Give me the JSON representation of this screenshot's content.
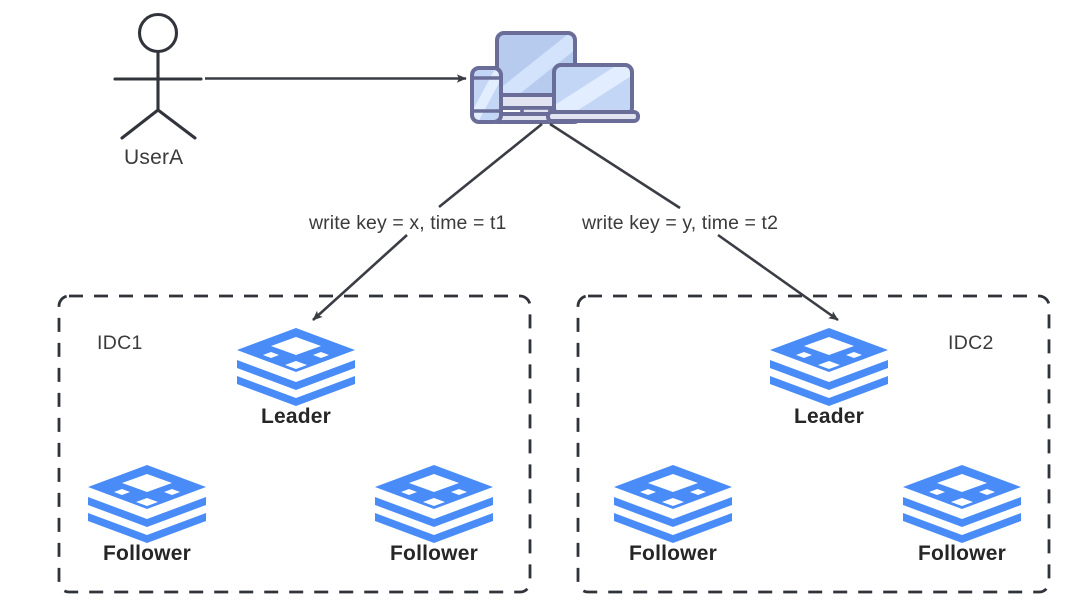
{
  "diagram": {
    "title": "Multi-IDC write routing diagram",
    "background": "#ffffff",
    "stroke_color": "#3b3d45",
    "node_color": "#4a8cf7",
    "device_outline": "#6b6d99",
    "device_fill": "#b9cdf0",
    "actor": {
      "name": "user-actor",
      "label": "UserA"
    },
    "client": {
      "name": "multi-device-icon",
      "icon": "devices-icon"
    },
    "edges": [
      {
        "name": "user-to-client",
        "label": ""
      },
      {
        "name": "client-to-idc1-leader",
        "label": "write key = x, time = t1"
      },
      {
        "name": "client-to-idc2-leader",
        "label": "write key = y, time = t2"
      }
    ],
    "zones": [
      {
        "name": "idc1-zone",
        "label": "IDC1",
        "label_side": "left",
        "nodes": [
          {
            "name": "idc1-leader",
            "label": "Leader",
            "role": "leader",
            "icon": "database-stack-icon"
          },
          {
            "name": "idc1-follower-left",
            "label": "Follower",
            "role": "follower",
            "icon": "database-stack-icon"
          },
          {
            "name": "idc1-follower-right",
            "label": "Follower",
            "role": "follower",
            "icon": "database-stack-icon"
          }
        ]
      },
      {
        "name": "idc2-zone",
        "label": "IDC2",
        "label_side": "right",
        "nodes": [
          {
            "name": "idc2-leader",
            "label": "Leader",
            "role": "leader",
            "icon": "database-stack-icon"
          },
          {
            "name": "idc2-follower-left",
            "label": "Follower",
            "role": "follower",
            "icon": "database-stack-icon"
          },
          {
            "name": "idc2-follower-right",
            "label": "Follower",
            "role": "follower",
            "icon": "database-stack-icon"
          }
        ]
      }
    ]
  }
}
